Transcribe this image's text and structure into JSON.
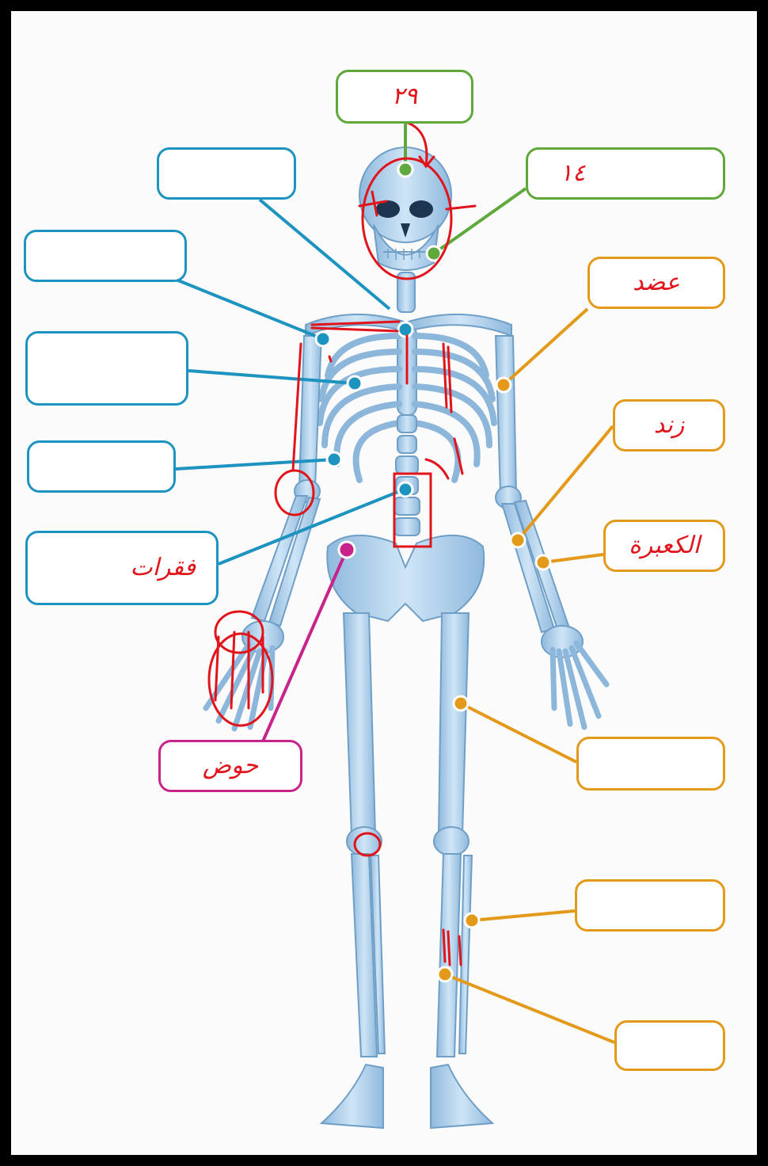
{
  "colors": {
    "background": "#fbfbfb",
    "frame": "#000000",
    "bone": "#b5d6ee",
    "bone_shadow": "#6f9fc6",
    "skull_group": "#5fa83c",
    "torso_group": "#1d93c0",
    "limb_group": "#e39a1a",
    "pelvis_group": "#c8238a",
    "handwriting": "#e2141b"
  },
  "labels": [
    {
      "id": "skull-top",
      "group": "skull_group",
      "text": "٢٩"
    },
    {
      "id": "jaw",
      "group": "skull_group",
      "text": "١٤"
    },
    {
      "id": "clavicle",
      "group": "torso_group",
      "text": ""
    },
    {
      "id": "shoulder",
      "group": "torso_group",
      "text": ""
    },
    {
      "id": "ribs",
      "group": "torso_group",
      "text": ""
    },
    {
      "id": "lower-ribs",
      "group": "torso_group",
      "text": ""
    },
    {
      "id": "spine",
      "group": "torso_group",
      "text": "فقرات"
    },
    {
      "id": "humerus",
      "group": "limb_group",
      "text": "عضد"
    },
    {
      "id": "radius",
      "group": "limb_group",
      "text": "زند"
    },
    {
      "id": "ulna",
      "group": "limb_group",
      "text": "الكعبرة"
    },
    {
      "id": "femur",
      "group": "limb_group",
      "text": ""
    },
    {
      "id": "tibia",
      "group": "limb_group",
      "text": ""
    },
    {
      "id": "fibula",
      "group": "limb_group",
      "text": ""
    },
    {
      "id": "pelvis",
      "group": "pelvis_group",
      "text": "حوض"
    }
  ]
}
